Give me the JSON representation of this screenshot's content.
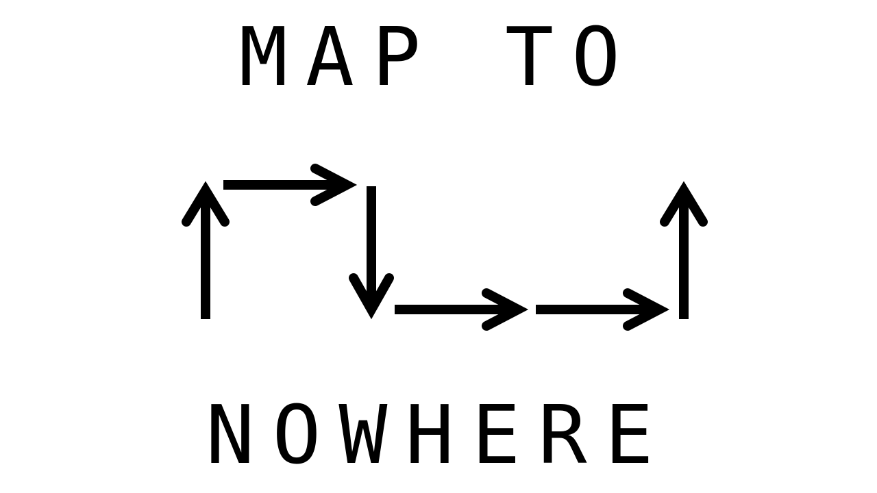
{
  "title": {
    "line1": "MAP TO",
    "line2": "NOWHERE"
  },
  "arrows": [
    {
      "name": "arrow-up-icon",
      "direction": "up"
    },
    {
      "name": "arrow-right-icon",
      "direction": "right"
    },
    {
      "name": "arrow-down-icon",
      "direction": "down"
    },
    {
      "name": "arrow-right-icon",
      "direction": "right"
    },
    {
      "name": "arrow-right-icon",
      "direction": "right"
    },
    {
      "name": "arrow-up-icon",
      "direction": "up"
    }
  ],
  "colors": {
    "foreground": "#000000",
    "background": "#ffffff"
  }
}
